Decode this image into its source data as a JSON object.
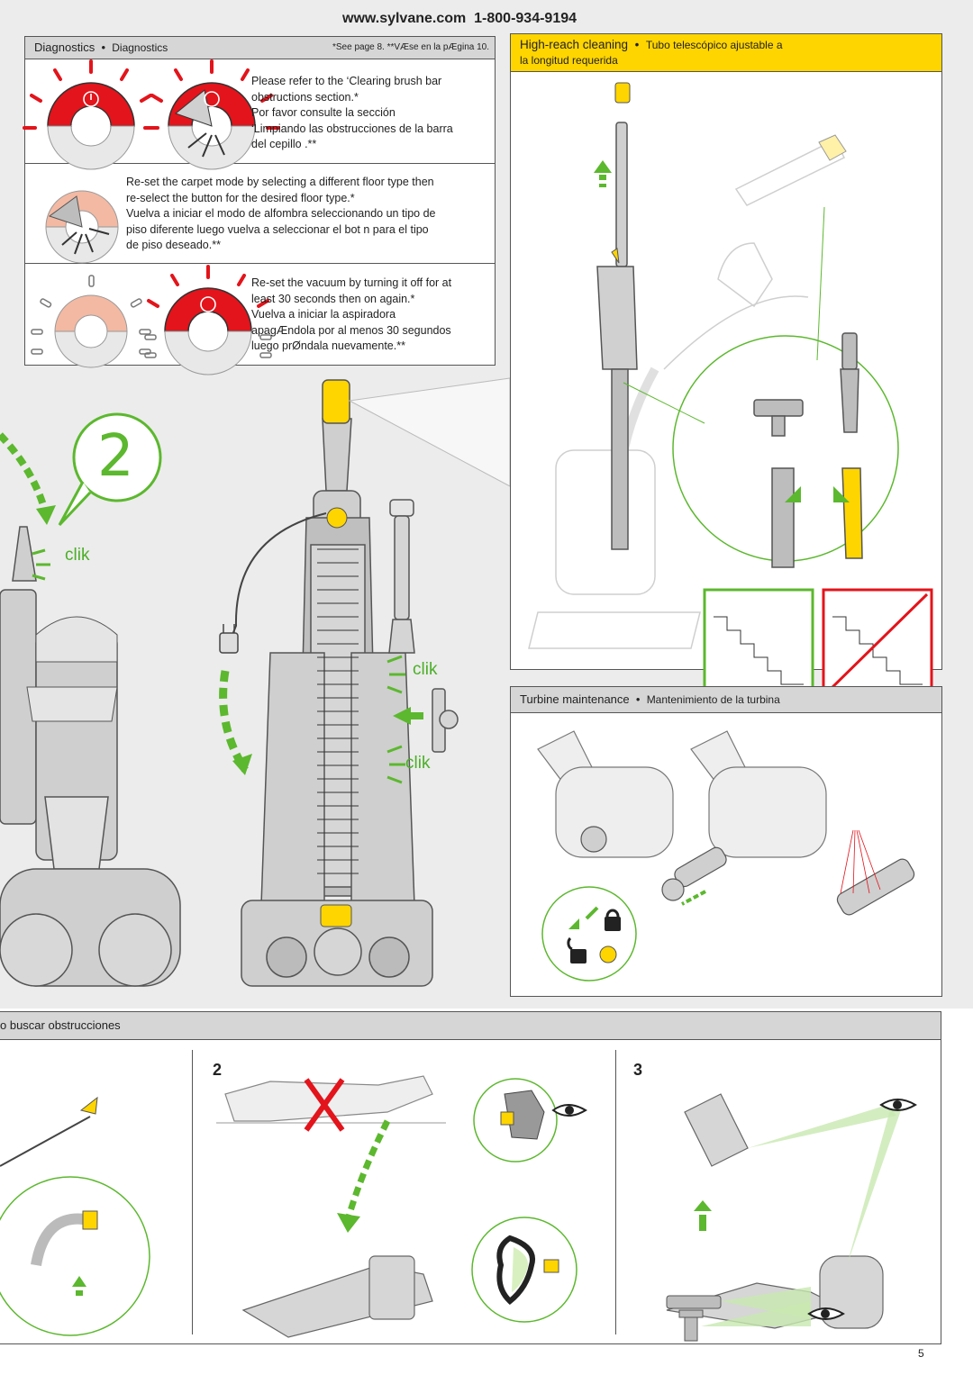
{
  "header": {
    "url": "www.sylvane.com",
    "phone": "1-800-934-9194"
  },
  "diagnostics": {
    "title": "Diagnostics",
    "subtitle": "Diagnostics",
    "note": "*See page 8. **VÆse en la pÆgina 10.",
    "rows": [
      {
        "lines": [
          "Please refer to the ‘Clearing brush bar",
          "obstructions  section.*",
          "Por favor consulte la sección",
          "‘Limpiando las obstrucciones de la barra",
          "del cepillo .**"
        ]
      },
      {
        "lines": [
          "Re-set the carpet mode by selecting a different floor type then",
          "re-select the button for the desired floor type.*",
          "Vuelva a iniciar el modo de alfombra seleccionando un tipo de",
          "piso diferente luego vuelva a seleccionar el bot n para el tipo",
          "de piso deseado.**"
        ]
      },
      {
        "lines": [
          "Re-set the vacuum by turning it off for at",
          "least 30 seconds then on again.*",
          "Vuelva a iniciar la aspiradora",
          "apagÆndola por al menos 30 segundos",
          "luego prØndala nuevamente.**"
        ]
      }
    ]
  },
  "high_reach": {
    "title": "High-reach cleaning",
    "subtitle_line1": "Tubo telescópico ajustable a",
    "subtitle_line2": "la longitud requerida"
  },
  "turbine": {
    "title": "Turbine maintenance",
    "subtitle": "Mantenimiento de la turbina"
  },
  "main_figure": {
    "step_number": "2",
    "clik_labels": [
      "clik",
      "clik",
      "clik"
    ]
  },
  "obstructions": {
    "title_fragment": "o buscar obstrucciones",
    "steps": [
      "2",
      "3"
    ]
  },
  "colors": {
    "green": "#5cb82e",
    "yellow": "#ffd500",
    "red": "#e3141b",
    "grey_panel": "#ececec"
  },
  "page_number": "5"
}
